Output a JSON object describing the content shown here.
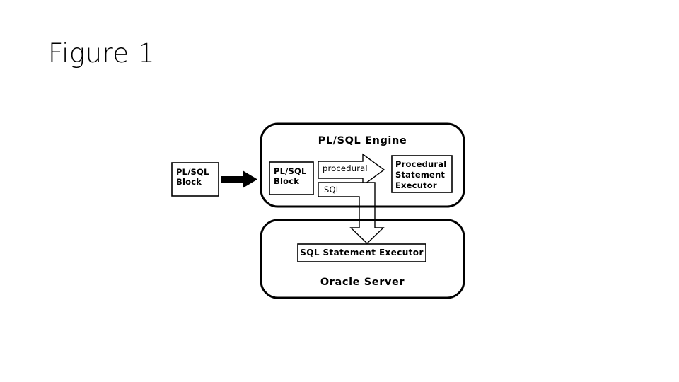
{
  "slide": {
    "title": "Figure 1",
    "background_color": "#ffffff",
    "ink_color": "#000000"
  },
  "diagram": {
    "type": "block-flow-diagram",
    "containers": [
      {
        "id": "plsql-engine",
        "title": "PL/SQL Engine",
        "shape": "rounded-rectangle",
        "stroke": "#000000",
        "fill": "#ffffff"
      },
      {
        "id": "oracle-server",
        "title": "Oracle Server",
        "shape": "rounded-rectangle",
        "stroke": "#000000",
        "fill": "#ffffff"
      }
    ],
    "boxes": [
      {
        "id": "plsql-block-outer",
        "lines": [
          "PL/SQL",
          "Block"
        ],
        "shape": "rectangle"
      },
      {
        "id": "plsql-block-inner",
        "lines": [
          "PL/SQL",
          "Block"
        ],
        "shape": "rectangle"
      },
      {
        "id": "procedural-statement-executor",
        "lines": [
          "Procedural",
          "Statement",
          "Executor"
        ],
        "shape": "rectangle"
      },
      {
        "id": "sql-statement-executor",
        "lines": [
          "SQL Statement Executor"
        ],
        "shape": "rectangle"
      }
    ],
    "arrows": [
      {
        "id": "input-arrow",
        "style": "solid-black",
        "direction": "right",
        "label": ""
      },
      {
        "id": "procedural-arrow",
        "style": "outline-block",
        "direction": "right",
        "label": "procedural"
      },
      {
        "id": "sql-arrow",
        "style": "outline-block-elbow",
        "direction": "right-then-down",
        "label": "SQL"
      }
    ]
  }
}
